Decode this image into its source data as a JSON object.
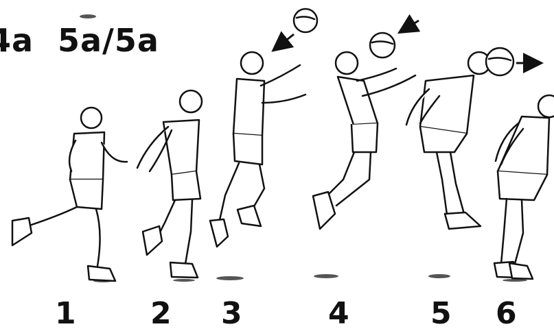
{
  "headings": {
    "left": "4a",
    "right": "5a/5a"
  },
  "steps": [
    "1",
    "2",
    "3",
    "4",
    "5",
    "6"
  ],
  "icons": {
    "ball": "ball-icon",
    "arrow": "arrow-icon"
  }
}
